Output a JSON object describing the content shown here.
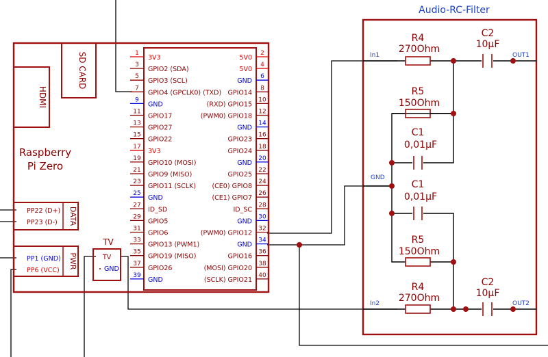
{
  "board": {
    "name_line1": "Raspberry",
    "name_line2": "Pi Zero",
    "sd_card": "SD CARD",
    "hdmi": "HDMI",
    "data_label": "DATA",
    "pwr_label": "PWR",
    "data_pins": [
      "PP22 (D+)",
      "PP23 (D-)"
    ],
    "pwr_pins": [
      "PP1 (GND)",
      "PP6 (VCC)"
    ],
    "tv_title": "TV",
    "tv_pins": [
      "TV",
      "GND"
    ]
  },
  "header": {
    "left_pins": [
      {
        "num": "1",
        "name": "3V3"
      },
      {
        "num": "3",
        "name": "GPIO2 (SDA)"
      },
      {
        "num": "5",
        "name": "GPIO3 (SCL)"
      },
      {
        "num": "7",
        "name": "GPIO4 (GPCLK0) (TXD)"
      },
      {
        "num": "9",
        "name": "GND"
      },
      {
        "num": "11",
        "name": "GPIO17"
      },
      {
        "num": "13",
        "name": "GPIO27"
      },
      {
        "num": "15",
        "name": "GPIO22"
      },
      {
        "num": "17",
        "name": "3V3"
      },
      {
        "num": "19",
        "name": "GPIO10 (MOSI)"
      },
      {
        "num": "21",
        "name": "GPIO9 (MISO)"
      },
      {
        "num": "23",
        "name": "GPIO11 (SCLK)"
      },
      {
        "num": "25",
        "name": "GND"
      },
      {
        "num": "27",
        "name": "ID_SD"
      },
      {
        "num": "29",
        "name": "GPIO5"
      },
      {
        "num": "31",
        "name": "GPIO6"
      },
      {
        "num": "33",
        "name": "GPIO13 (PWM1)"
      },
      {
        "num": "35",
        "name": "GPIO19 (MISO)"
      },
      {
        "num": "37",
        "name": "GPIO26"
      },
      {
        "num": "39",
        "name": "GND"
      }
    ],
    "right_pins": [
      {
        "num": "2",
        "name": "5V0"
      },
      {
        "num": "4",
        "name": "5V0"
      },
      {
        "num": "6",
        "name": "GND"
      },
      {
        "num": "8",
        "name": "GPIO14"
      },
      {
        "num": "10",
        "name": "(RXD) GPIO15"
      },
      {
        "num": "12",
        "name": "(PWM0) GPIO18"
      },
      {
        "num": "14",
        "name": "GND"
      },
      {
        "num": "16",
        "name": "GPIO23"
      },
      {
        "num": "18",
        "name": "GPIO24"
      },
      {
        "num": "20",
        "name": "GND"
      },
      {
        "num": "22",
        "name": "GPIO25"
      },
      {
        "num": "24",
        "name": "(CE0) GPIO8"
      },
      {
        "num": "26",
        "name": "(CE1) GPIO7"
      },
      {
        "num": "28",
        "name": "ID_SC"
      },
      {
        "num": "30",
        "name": "GND"
      },
      {
        "num": "32",
        "name": "(PWM0) GPIO12"
      },
      {
        "num": "34",
        "name": "GND"
      },
      {
        "num": "36",
        "name": "GPIO16"
      },
      {
        "num": "38",
        "name": "(MOSI) GPIO20"
      },
      {
        "num": "40",
        "name": "(SCLK) GPIO21"
      }
    ]
  },
  "filter": {
    "title": "Audio-RC-Filter",
    "in1": "In1",
    "in2": "In2",
    "out1": "OUT1",
    "out2": "OUT2",
    "gnd": "GND",
    "r4": {
      "name": "R4",
      "value": "270Ohm"
    },
    "r5": {
      "name": "R5",
      "value": "150Ohm"
    },
    "c1": {
      "name": "C1",
      "value": "0,01µF"
    },
    "c2": {
      "name": "C2",
      "value": "10µF"
    }
  },
  "colors": {
    "part": "#a01010",
    "pin_power": "#e00000",
    "pin_gnd": "#0000dd",
    "wire": "#000000",
    "text": "#8b0000",
    "title": "#1c3fc8"
  }
}
